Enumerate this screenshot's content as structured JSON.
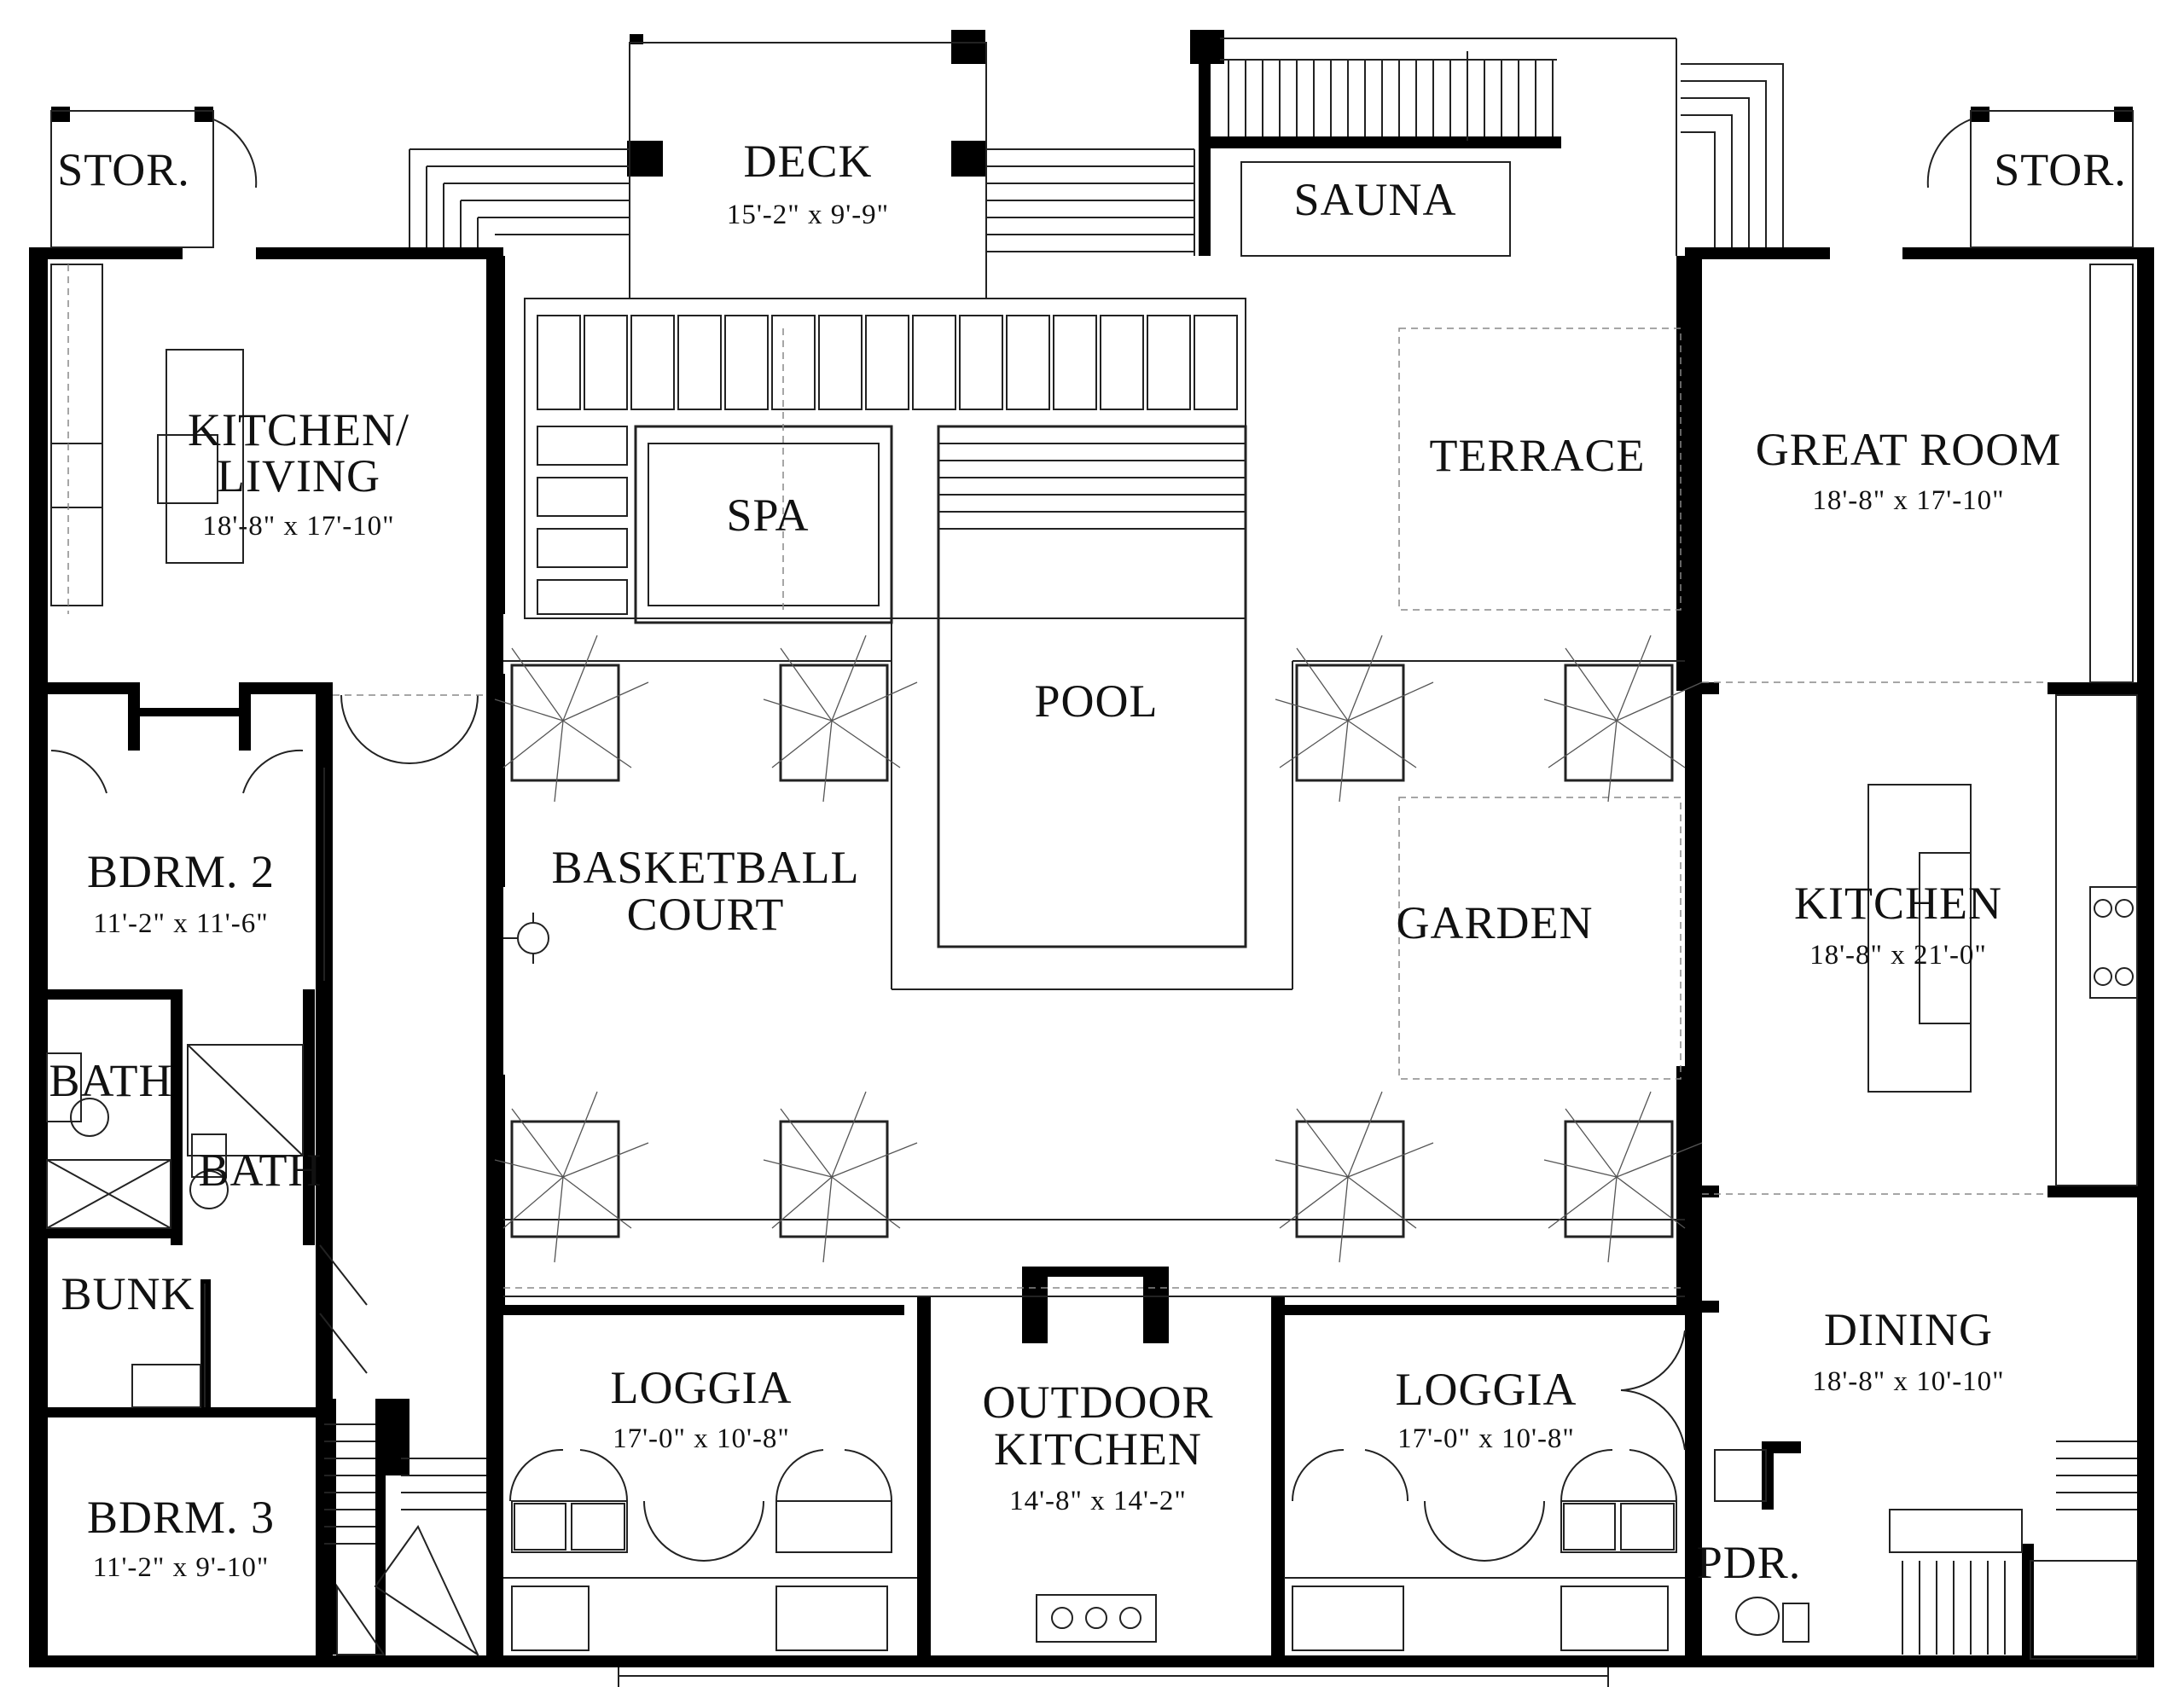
{
  "rooms": {
    "stor_left": {
      "name": "STOR."
    },
    "stor_right": {
      "name": "STOR."
    },
    "deck": {
      "name": "DECK",
      "dims": "15'-2\" x 9'-9\""
    },
    "sauna": {
      "name": "SAUNA"
    },
    "kitchen_living": {
      "name_line1": "KITCHEN/",
      "name_line2": "LIVING",
      "dims": "18'-8\" x 17'-10\""
    },
    "spa": {
      "name": "SPA"
    },
    "pool": {
      "name": "POOL"
    },
    "terrace": {
      "name": "TERRACE"
    },
    "great_room": {
      "name": "GREAT ROOM",
      "dims": "18'-8\" x 17'-10\""
    },
    "bdrm2": {
      "name": "BDRM. 2",
      "dims": "11'-2\" x 11'-6\""
    },
    "basketball": {
      "name_line1": "BASKETBALL",
      "name_line2": "COURT"
    },
    "garden": {
      "name": "GARDEN"
    },
    "kitchen": {
      "name": "KITCHEN",
      "dims": "18'-8\" x 21'-0\""
    },
    "bath1": {
      "name": "BATH"
    },
    "bath2": {
      "name": "BATH"
    },
    "bunk": {
      "name": "BUNK"
    },
    "bdrm3": {
      "name": "BDRM. 3",
      "dims": "11'-2\" x 9'-10\""
    },
    "loggia_left": {
      "name": "LOGGIA",
      "dims": "17'-0\" x 10'-8\""
    },
    "outdoor_kitchen": {
      "name_line1": "OUTDOOR",
      "name_line2": "KITCHEN",
      "dims": "14'-8\" x 14'-2\""
    },
    "loggia_right": {
      "name": "LOGGIA",
      "dims": "17'-0\" x 10'-8\""
    },
    "dining": {
      "name": "DINING",
      "dims": "18'-8\" x 10'-10\""
    },
    "pdr": {
      "name": "PDR."
    }
  }
}
